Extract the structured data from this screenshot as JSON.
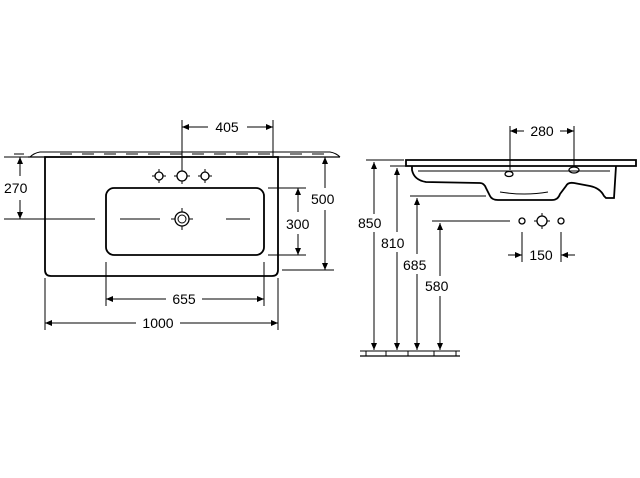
{
  "front_view": {
    "dim_top_width": "405",
    "dim_left_height": "270",
    "dim_bowl_height": "300",
    "dim_total_height": "500",
    "dim_bowl_width": "655",
    "dim_total_width": "1000"
  },
  "side_view": {
    "dim_top_width": "280",
    "dim_height_1": "850",
    "dim_height_2": "810",
    "dim_height_3": "685",
    "dim_height_4": "580",
    "dim_spacing": "150"
  }
}
